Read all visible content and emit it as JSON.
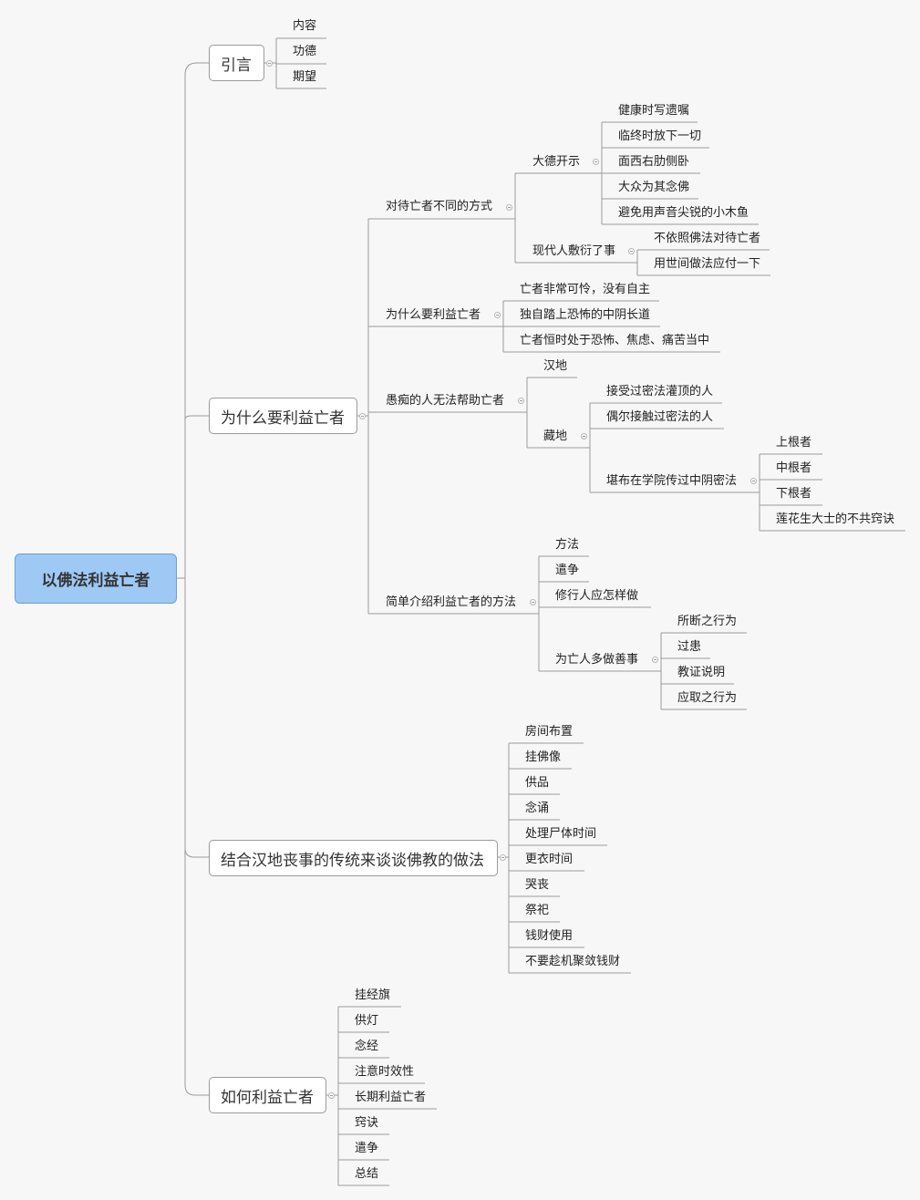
{
  "root": "以佛法利益亡者",
  "b1": {
    "title": "引言",
    "items": [
      "内容",
      "功德",
      "期望"
    ]
  },
  "b2": {
    "title": "为什么要利益亡者",
    "s1": {
      "title": "对待亡者不同的方式",
      "a": {
        "title": "大德开示",
        "items": [
          "健康时写遗嘱",
          "临终时放下一切",
          "面西右肋侧卧",
          "大众为其念佛",
          "避免用声音尖锐的小木鱼"
        ]
      },
      "b": {
        "title": "现代人敷衍了事",
        "items": [
          "不依照佛法对待亡者",
          "用世间做法应付一下"
        ]
      }
    },
    "s2": {
      "title": "为什么要利益亡者",
      "items": [
        "亡者非常可怜，没有自主",
        "独自踏上恐怖的中阴长道",
        "亡者恒时处于恐怖、焦虑、痛苦当中"
      ]
    },
    "s3": {
      "title": "愚痴的人无法帮助亡者",
      "han": "汉地",
      "zang": {
        "title": "藏地",
        "items": [
          "接受过密法灌顶的人",
          "偶尔接触过密法的人"
        ],
        "kb": {
          "title": "堪布在学院传过中阴密法",
          "items": [
            "上根者",
            "中根者",
            "下根者",
            "莲花生大士的不共窍诀"
          ]
        }
      }
    },
    "s4": {
      "title": "简单介绍利益亡者的方法",
      "items": [
        "方法",
        "遣争",
        "修行人应怎样做"
      ],
      "good": {
        "title": "为亡人多做善事",
        "items": [
          "所断之行为",
          "过患",
          "教证说明",
          "应取之行为"
        ]
      }
    }
  },
  "b3": {
    "title": "结合汉地丧事的传统来谈谈佛教的做法",
    "items": [
      "房间布置",
      "挂佛像",
      "供品",
      "念诵",
      "处理尸体时间",
      "更衣时间",
      "哭丧",
      "祭祀",
      "钱财使用",
      "不要趁机聚敛钱财"
    ]
  },
  "b4": {
    "title": "如何利益亡者",
    "items": [
      "挂经旗",
      "供灯",
      "念经",
      "注意时效性",
      "长期利益亡者",
      "窍诀",
      "遣争",
      "总结"
    ]
  }
}
